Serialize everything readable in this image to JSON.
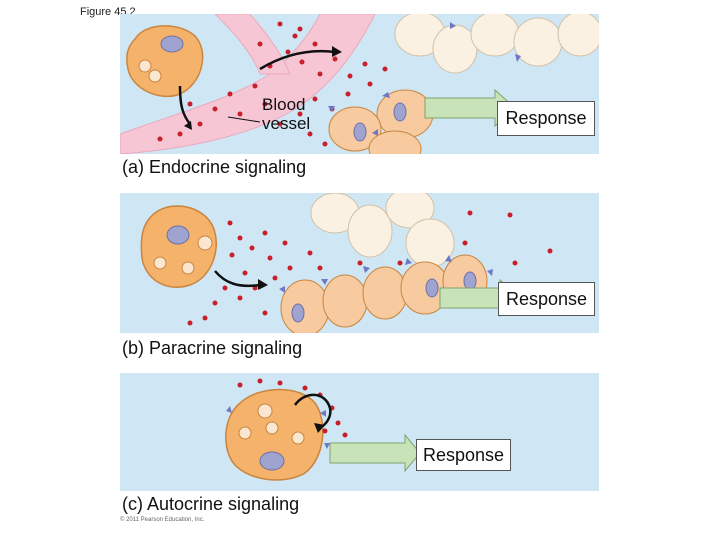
{
  "figure": {
    "label": "Figure 45.2",
    "copyright": "© 2011 Pearson Education, Inc."
  },
  "panels": [
    {
      "caption": "(a) Endocrine signaling",
      "response_label": "Response",
      "vessel_label_line1": "Blood",
      "vessel_label_line2": "vessel"
    },
    {
      "caption": "(b) Paracrine signaling",
      "response_label": "Response"
    },
    {
      "caption": "(c) Autocrine signaling",
      "response_label": "Response"
    }
  ],
  "colors": {
    "background": "#cfe7f4",
    "secreting_cell": "#f5b26b",
    "target_cell": "#f7caa0",
    "nontarget_cell": "#fbf1e2",
    "nucleus": "#9ea3cf",
    "hormone": "#c8202a",
    "receptor": "#6e78c4",
    "blood_vessel": "#f7c6d4",
    "response_arrow": "#c7e3b7"
  }
}
